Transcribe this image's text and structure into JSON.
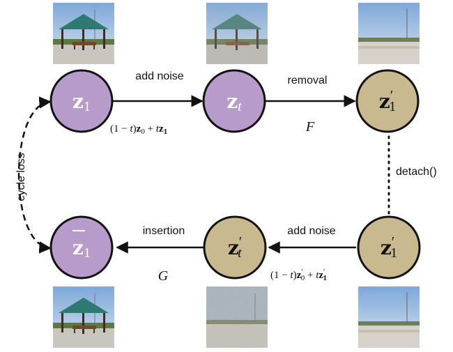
{
  "colors": {
    "purple_node": "#b79ccb",
    "tan_node": "#c9b98e",
    "stroke": "#111111"
  },
  "nodes": {
    "z1": {
      "symbol": "z",
      "subscript": "1"
    },
    "zt": {
      "symbol": "z",
      "subscript": "t"
    },
    "z1_prime_top": {
      "symbol": "z",
      "prime": "′",
      "subscript": "1"
    },
    "z1_bar": {
      "symbol": "z",
      "subscript": "1"
    },
    "zt_prime": {
      "symbol": "z",
      "prime": "′",
      "subscript": "t"
    },
    "z1_prime_bottom": {
      "symbol": "z",
      "prime": "′",
      "subscript": "1"
    }
  },
  "edges": {
    "add_noise_top": "add noise",
    "removal": "removal",
    "removal_fn": "F",
    "detach": "detach()",
    "add_noise_bottom": "add noise",
    "insertion": "insertion",
    "insertion_fn": "G",
    "cycle_loss": "cycle loss"
  },
  "formulas": {
    "top": {
      "lead": "(1 − ",
      "t1": "t",
      "mid": ")",
      "z0": "z",
      "z0_sub": "0",
      "plus": " + ",
      "t2": "t",
      "z1": "z",
      "z1_sub": "1"
    },
    "bottom": {
      "lead": "(1 − ",
      "t1": "t",
      "mid": ")",
      "z0": "z",
      "z0_prime": "′",
      "z0_sub": "0",
      "plus": " + ",
      "t2": "t",
      "z1": "z",
      "z1_prime": "′",
      "z1_sub": "1"
    }
  }
}
